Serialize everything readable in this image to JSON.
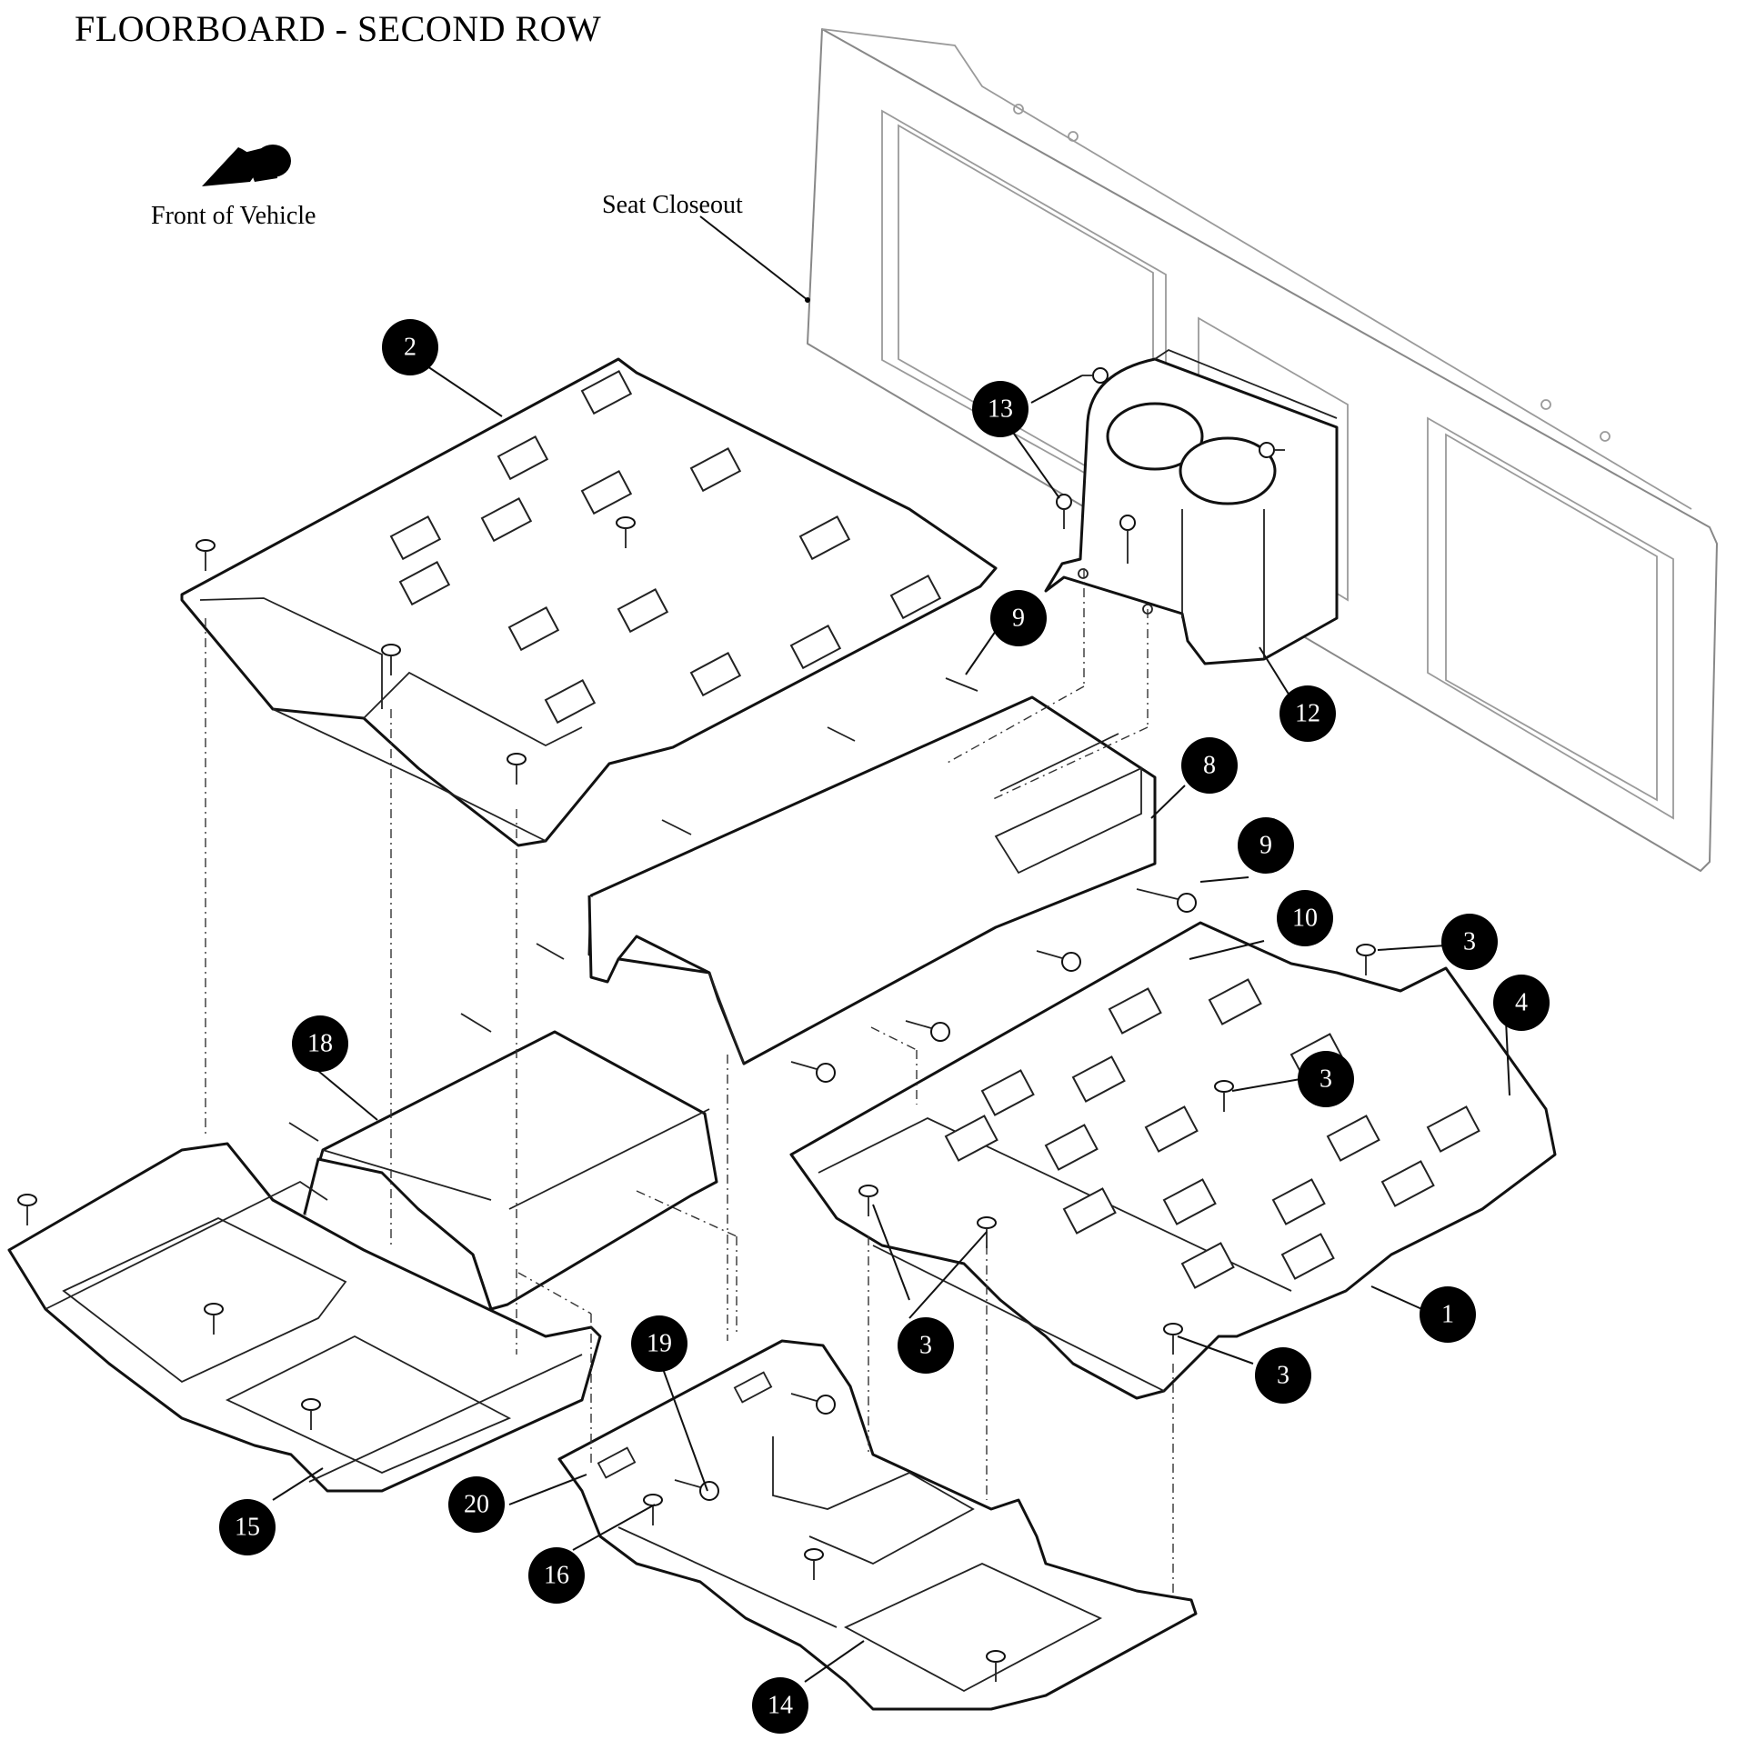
{
  "diagram": {
    "title": "FLOORBOARD - SECOND ROW",
    "front_label": "Front of Vehicle",
    "seat_closeout_label": "Seat Closeout",
    "callouts": [
      {
        "id": "c-2",
        "label": "2"
      },
      {
        "id": "c-13",
        "label": "13"
      },
      {
        "id": "c-9a",
        "label": "9"
      },
      {
        "id": "c-12",
        "label": "12"
      },
      {
        "id": "c-8",
        "label": "8"
      },
      {
        "id": "c-9b",
        "label": "9"
      },
      {
        "id": "c-10",
        "label": "10"
      },
      {
        "id": "c-3a",
        "label": "3"
      },
      {
        "id": "c-4",
        "label": "4"
      },
      {
        "id": "c-3b",
        "label": "3"
      },
      {
        "id": "c-18",
        "label": "18"
      },
      {
        "id": "c-3c",
        "label": "3"
      },
      {
        "id": "c-1",
        "label": "1"
      },
      {
        "id": "c-3d",
        "label": "3"
      },
      {
        "id": "c-19",
        "label": "19"
      },
      {
        "id": "c-20",
        "label": "20"
      },
      {
        "id": "c-15",
        "label": "15"
      },
      {
        "id": "c-16",
        "label": "16"
      },
      {
        "id": "c-14",
        "label": "14"
      }
    ]
  }
}
